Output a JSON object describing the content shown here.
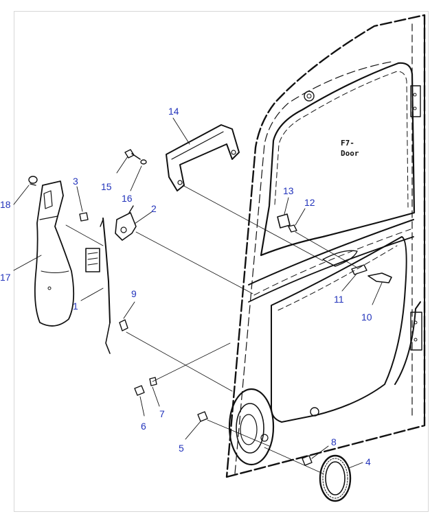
{
  "diagram": {
    "door_stamp": [
      "F7-",
      "Door"
    ],
    "callouts": [
      {
        "id": "c1",
        "label": "1"
      },
      {
        "id": "c2",
        "label": "2"
      },
      {
        "id": "c3",
        "label": "3"
      },
      {
        "id": "c4",
        "label": "4"
      },
      {
        "id": "c5",
        "label": "5"
      },
      {
        "id": "c6",
        "label": "6"
      },
      {
        "id": "c7",
        "label": "7"
      },
      {
        "id": "c8",
        "label": "8"
      },
      {
        "id": "c9",
        "label": "9"
      },
      {
        "id": "c10",
        "label": "10"
      },
      {
        "id": "c11",
        "label": "11"
      },
      {
        "id": "c12",
        "label": "12"
      },
      {
        "id": "c13",
        "label": "13"
      },
      {
        "id": "c14",
        "label": "14"
      },
      {
        "id": "c15",
        "label": "15"
      },
      {
        "id": "c16",
        "label": "16"
      },
      {
        "id": "c17",
        "label": "17"
      },
      {
        "id": "c18",
        "label": "18"
      }
    ],
    "colors": {
      "callout": "#2233bb",
      "line": "#111111",
      "frame": "#d7d7d7"
    }
  }
}
